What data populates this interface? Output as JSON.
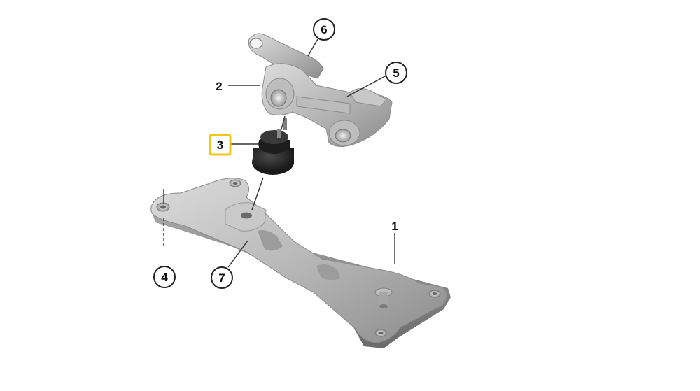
{
  "colors": {
    "highlight_border": "#f5c518",
    "part_light": "#d2d2d2",
    "part_mid": "#a9a9a9",
    "part_dark": "#6e6e6e",
    "rubber": "#262626",
    "leader_line": "#333333"
  },
  "callouts": [
    {
      "id": "1",
      "text": "1",
      "style": "plain"
    },
    {
      "id": "2",
      "text": "2",
      "style": "plain"
    },
    {
      "id": "3",
      "text": "3",
      "style": "boxed-highlight"
    },
    {
      "id": "4",
      "text": "4",
      "style": "circled"
    },
    {
      "id": "5",
      "text": "5",
      "style": "circled"
    },
    {
      "id": "6",
      "text": "6",
      "style": "circled"
    },
    {
      "id": "7",
      "text": "7",
      "style": "circled"
    }
  ]
}
